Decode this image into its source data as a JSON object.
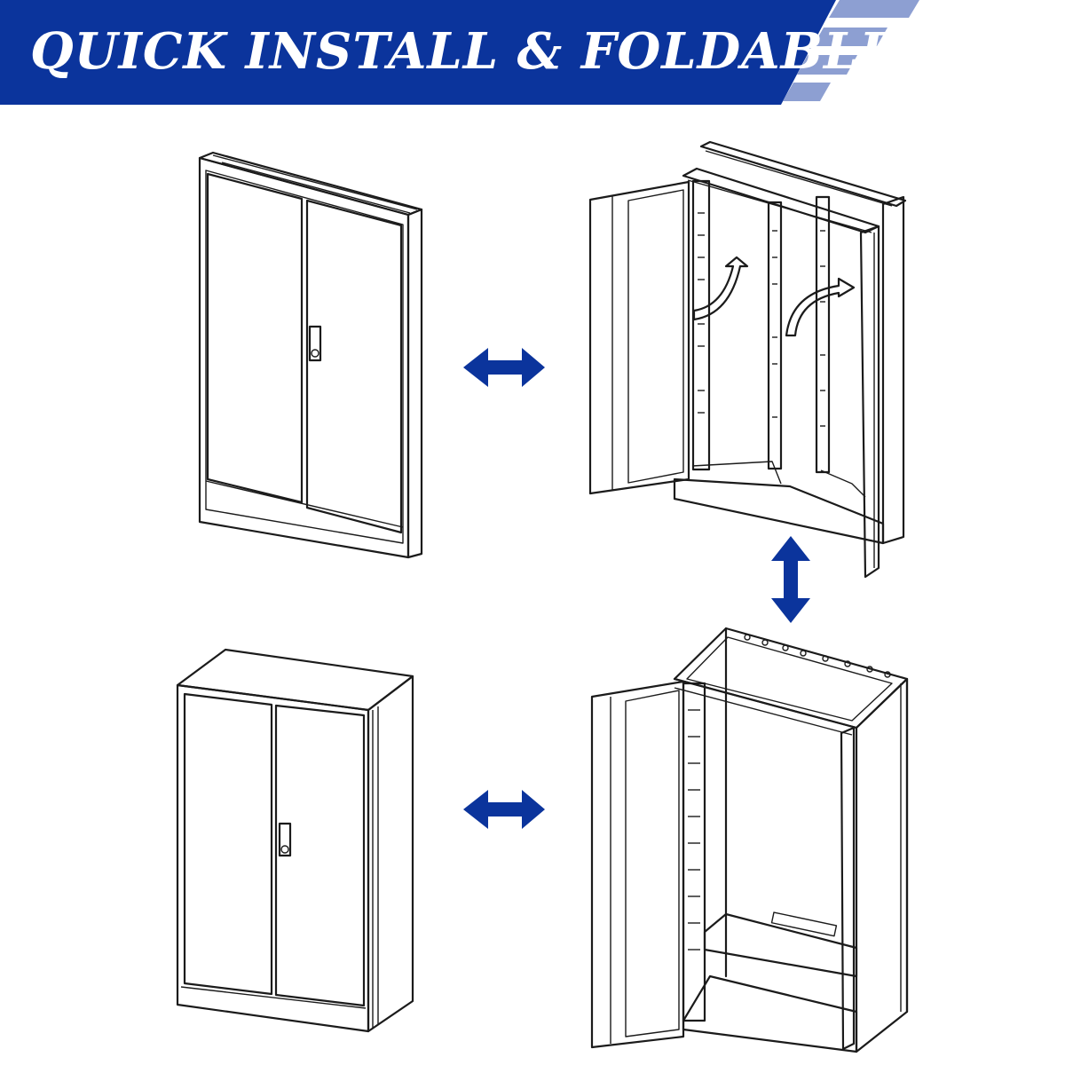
{
  "banner": {
    "title": "QUICK INSTALL & FOLDABLE",
    "background_color": "#0b349c",
    "stripe_color": "#8d9fd2",
    "text_color": "#ffffff"
  },
  "panels": [
    {
      "id": "folded-cabinet",
      "icon": "folded-cabinet-drawing"
    },
    {
      "id": "unfolding-cabinet",
      "icon": "unfolding-frame-drawing"
    },
    {
      "id": "assembled-cabinet",
      "icon": "assembled-cabinet-drawing"
    },
    {
      "id": "open-frame-cabinet",
      "icon": "open-frame-drawing"
    }
  ],
  "arrows": [
    {
      "id": "top-row",
      "icon": "double-arrow-horizontal-icon",
      "color": "#0b349c"
    },
    {
      "id": "right-column",
      "icon": "double-arrow-vertical-icon",
      "color": "#0b349c"
    },
    {
      "id": "bottom-row",
      "icon": "double-arrow-horizontal-icon",
      "color": "#0b349c"
    }
  ]
}
